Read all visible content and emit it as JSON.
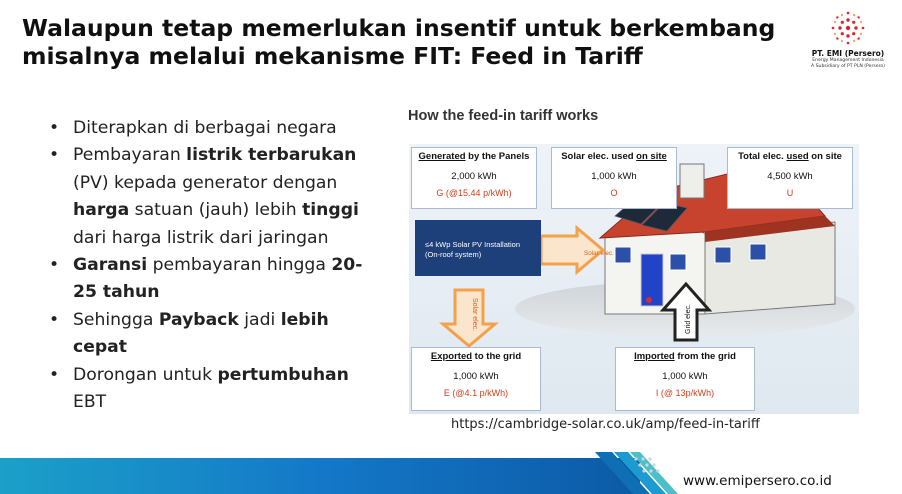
{
  "title": {
    "line1": "Walaupun tetap memerlukan insentif untuk berkembang",
    "line2": "misalnya melalui mekanisme FIT: Feed in Tariff"
  },
  "logo": {
    "name": "PT. EMI (Persero)",
    "sub1": "Energy Management Indonesia",
    "sub2": "A Subsidiary of PT PLN (Persero)"
  },
  "bullets": [
    [
      {
        "t": "Diterapkan di berbagai negara",
        "b": false
      }
    ],
    [
      {
        "t": "Pembayaran ",
        "b": false
      },
      {
        "t": "listrik terbarukan",
        "b": true
      },
      {
        "t": " (PV) kepada generator dengan ",
        "b": false
      },
      {
        "t": "harga",
        "b": true
      },
      {
        "t": " satuan (jauh) lebih ",
        "b": false
      },
      {
        "t": "tinggi",
        "b": true
      },
      {
        "t": " dari harga listrik dari jaringan",
        "b": false
      }
    ],
    [
      {
        "t": "Garansi",
        "b": true
      },
      {
        "t": " pembayaran hingga ",
        "b": false
      },
      {
        "t": "20-25 tahun",
        "b": true
      }
    ],
    [
      {
        "t": "Sehingga ",
        "b": false
      },
      {
        "t": "Payback",
        "b": true
      },
      {
        "t": " jadi ",
        "b": false
      },
      {
        "t": "lebih cepat",
        "b": true
      }
    ],
    [
      {
        "t": "Dorongan untuk ",
        "b": false
      },
      {
        "t": "pertumbuhan",
        "b": true
      },
      {
        "t": " EBT",
        "b": false
      }
    ]
  ],
  "diagram": {
    "title": "How the feed-in tariff works",
    "generated": {
      "head_u": "Generated",
      "head_rest": " by the Panels",
      "kwh": "2,000 kWh",
      "rate": "G (@15.44 p/kWh)"
    },
    "solar_used": {
      "head_a": "Solar elec. used ",
      "head_u": "on site",
      "kwh": "1,000 kWh",
      "rate": "O"
    },
    "total_used": {
      "head_a": "Total elec. ",
      "head_u": "used",
      "head_b": " on site",
      "kwh": "4,500 kWh",
      "rate": "U"
    },
    "install": {
      "line1": "≤4 kWp Solar PV Installation",
      "line2": "(On-roof system)"
    },
    "arrow_solar_right": "Solar elec.",
    "arrow_solar_down": "Solar elec.",
    "arrow_grid_up": "Grid elec.",
    "exported": {
      "head_u": "Exported",
      "head_rest": " to the grid",
      "kwh": "1,000 kWh",
      "rate": "E (@4.1 p/kWh)"
    },
    "imported": {
      "head_u": "Imported",
      "head_rest": " from the grid",
      "kwh": "1,000 kWh",
      "rate": "I (@ 13p/kWh)"
    }
  },
  "source_url": "https://cambridge-solar.co.uk/amp/feed-in-tariff",
  "website": "www.emipersero.co.id",
  "colors": {
    "footer_blue": "#1478c8",
    "footer_teal": "#0aa0b4",
    "install_blue": "#1d3f7a",
    "arrow_orange": "#f5a04a",
    "roof_red": "#c7432e"
  }
}
